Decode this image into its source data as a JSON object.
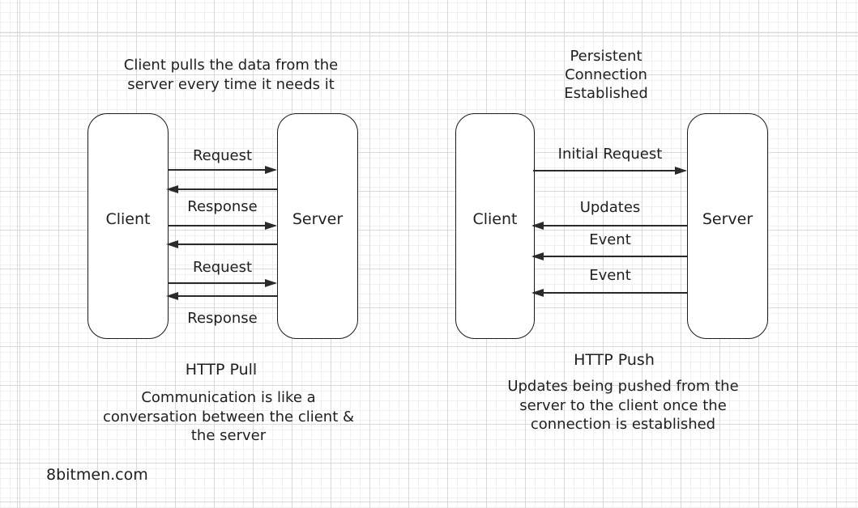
{
  "watermark": "8bitmen.com",
  "colors": {
    "ink": "#1f1f1f",
    "grid_minor": "#f0f0f0",
    "grid_major": "#d9d9d9",
    "node_fill": "#ffffff"
  },
  "pull": {
    "title": "Client pulls the data from the\nserver every time it needs it",
    "client_label": "Client",
    "server_label": "Server",
    "arrow_labels": [
      "Request",
      "Response",
      "Request",
      "Response"
    ],
    "arrows": [
      {
        "direction": "right"
      },
      {
        "direction": "left"
      },
      {
        "direction": "right"
      },
      {
        "direction": "left"
      },
      {
        "direction": "right"
      },
      {
        "direction": "left"
      }
    ],
    "caption_title": "HTTP Pull",
    "caption_body": "Communication is like a\nconversation between the client &\nthe server"
  },
  "push": {
    "title": "Persistent\nConnection\nEstablished",
    "client_label": "Client",
    "server_label": "Server",
    "arrow_labels": [
      "Initial Request",
      "Updates",
      "Event",
      "Event"
    ],
    "arrows": [
      {
        "direction": "right"
      },
      {
        "direction": "left"
      },
      {
        "direction": "left"
      },
      {
        "direction": "left"
      }
    ],
    "caption_title": "HTTP Push",
    "caption_body": "Updates being pushed from the\nserver to the client once the\nconnection is established"
  }
}
